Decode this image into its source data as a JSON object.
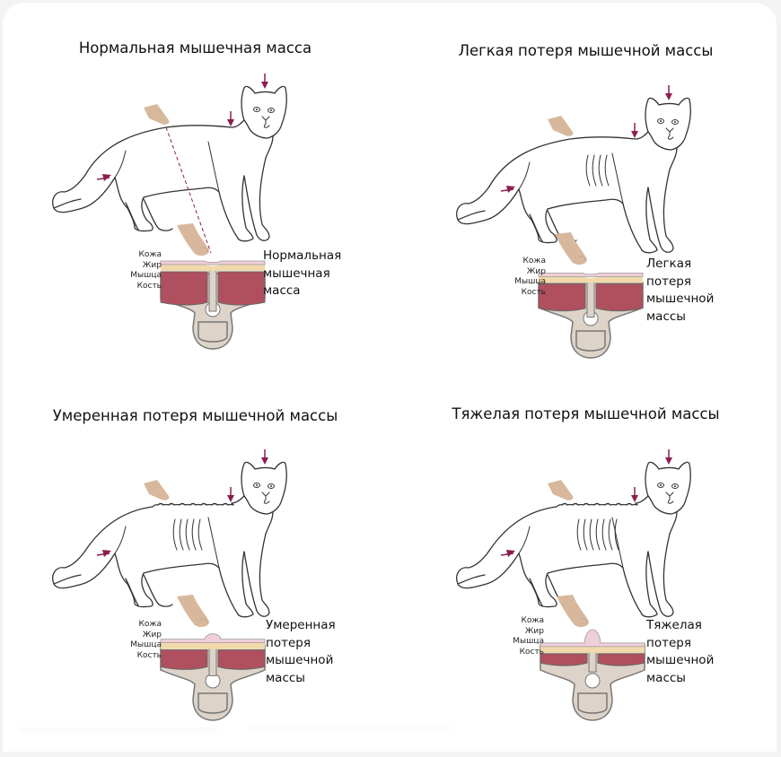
{
  "colors": {
    "background": "#f3f3f3",
    "card": "#ffffff",
    "arrow": "#8c1d4f",
    "skin_finger": "#d8b89c",
    "skin_layer": "#f0cfd8",
    "fat_layer": "#f2d9ac",
    "muscle": "#b0505e",
    "bone": "#ddd3c9",
    "bone_outline": "#777777",
    "outline": "#333333"
  },
  "layer_labels": [
    "Кожа",
    "Жир",
    "Мышца",
    "Кость"
  ],
  "panels": [
    {
      "id": "normal",
      "title": "Нормальная мышечная масса",
      "caption": [
        "Нормальная",
        "мышечная",
        "масса"
      ],
      "muscle_level": 1.0,
      "icons": [
        "cat-drawing",
        "pointer-finger-icon",
        "arrow-down-icon",
        "arrow-left-icon",
        "cross-section-diagram"
      ]
    },
    {
      "id": "mild",
      "title": "Легкая потеря мышечной массы",
      "caption": [
        "Легкая",
        "потеря",
        "мышечной",
        "массы"
      ],
      "muscle_level": 0.8,
      "icons": [
        "cat-drawing",
        "pointer-finger-icon",
        "arrow-down-icon",
        "arrow-left-icon",
        "cross-section-diagram"
      ]
    },
    {
      "id": "moderate",
      "title": "Умеренная потеря мышечной массы",
      "caption": [
        "Умеренная",
        "потеря",
        "мышечной",
        "массы"
      ],
      "muscle_level": 0.55,
      "icons": [
        "cat-drawing",
        "pointer-finger-icon",
        "arrow-down-icon",
        "arrow-left-icon",
        "cross-section-diagram"
      ]
    },
    {
      "id": "severe",
      "title": "Тяжелая потеря мышечной массы",
      "caption": [
        "Тяжелая",
        "потеря",
        "мышечной",
        "массы"
      ],
      "muscle_level": 0.3,
      "icons": [
        "cat-drawing",
        "pointer-finger-icon",
        "arrow-down-icon",
        "arrow-left-icon",
        "cross-section-diagram"
      ]
    }
  ]
}
